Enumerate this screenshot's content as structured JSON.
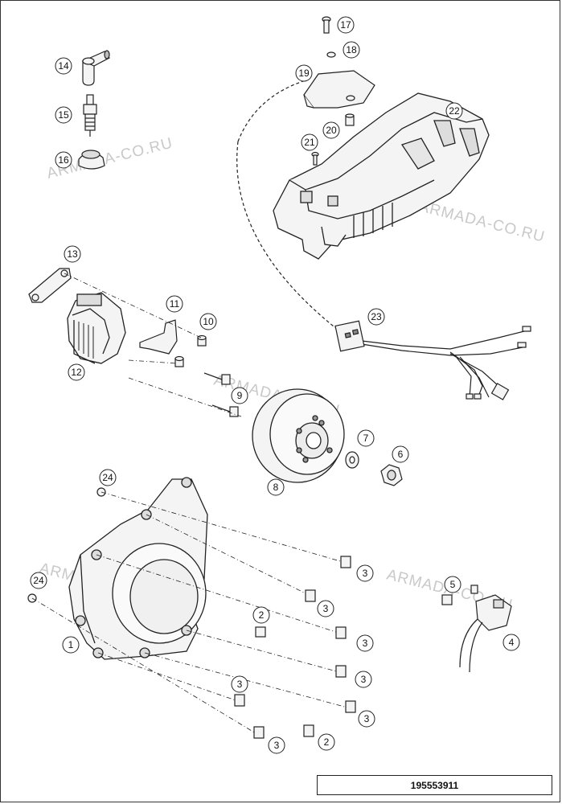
{
  "diagram": {
    "part_number": "195553911",
    "watermark": "ARMADA-CO.RU",
    "callouts": [
      "1",
      "2",
      "3",
      "4",
      "5",
      "6",
      "7",
      "8",
      "9",
      "10",
      "11",
      "12",
      "13",
      "14",
      "15",
      "16",
      "17",
      "18",
      "19",
      "20",
      "21",
      "22",
      "23",
      "24"
    ],
    "colors": {
      "line": "#222222",
      "fill": "#f4f4f4",
      "shade": "#9a9a9a",
      "watermark": "#c9c9c9"
    }
  }
}
